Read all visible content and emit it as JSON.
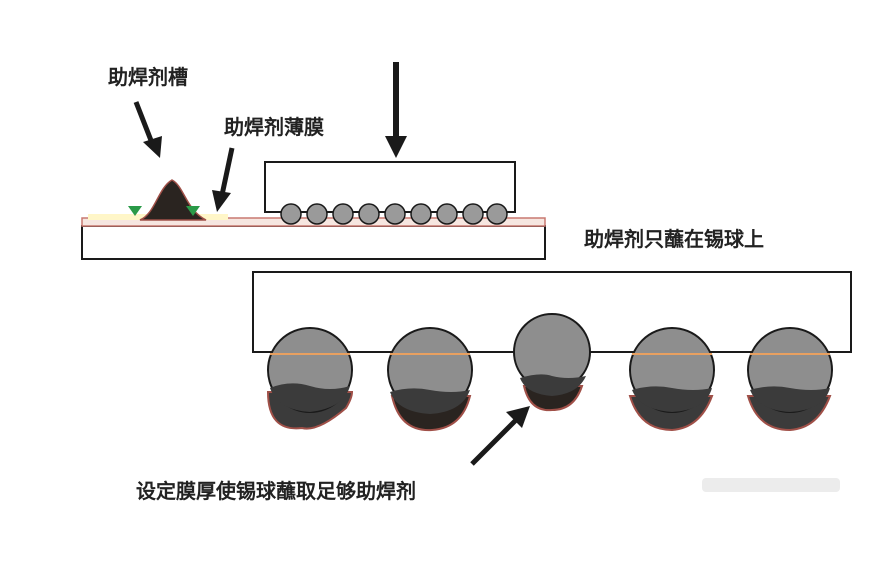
{
  "labels": {
    "flux_trough": "助焊剂槽",
    "flux_film": "助焊剂薄膜",
    "flux_on_balls_only": "助焊剂只蘸在锡球上",
    "film_thickness_note": "设定膜厚使锡球蘸取足够助焊剂"
  },
  "colors": {
    "outline": "#1a1a1a",
    "ball_fill": "#8e8e8e",
    "ball_flux": "#3b3b3b",
    "flux_edge": "#a05048",
    "pad_line": "#e8a060",
    "trough_marker": "#2a9a48",
    "film": "#c87870"
  }
}
